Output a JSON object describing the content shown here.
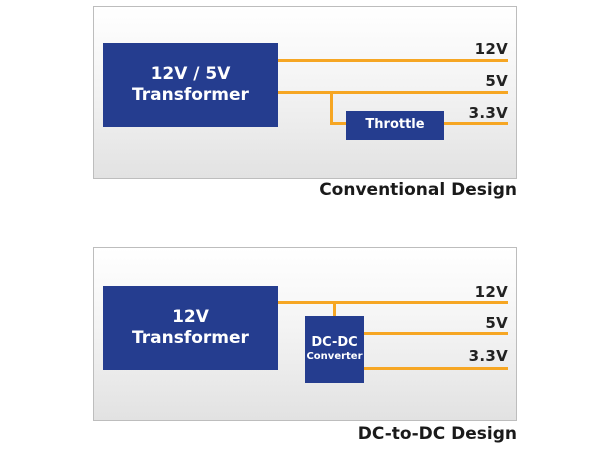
{
  "conventional": {
    "transformer": {
      "line1": "12V / 5V",
      "line2": "Transformer"
    },
    "throttle": "Throttle",
    "outputs": [
      "12V",
      "5V",
      "3.3V"
    ],
    "caption": "Conventional Design"
  },
  "dcdc": {
    "transformer": {
      "line1": "12V",
      "line2": "Transformer"
    },
    "converter": {
      "line1": "DC-DC",
      "line2": "Converter"
    },
    "outputs": [
      "12V",
      "5V",
      "3.3V"
    ],
    "caption": "DC-to-DC Design"
  },
  "colors": {
    "box": "#253d8f",
    "wire": "#f6a623",
    "text": "#222222"
  }
}
